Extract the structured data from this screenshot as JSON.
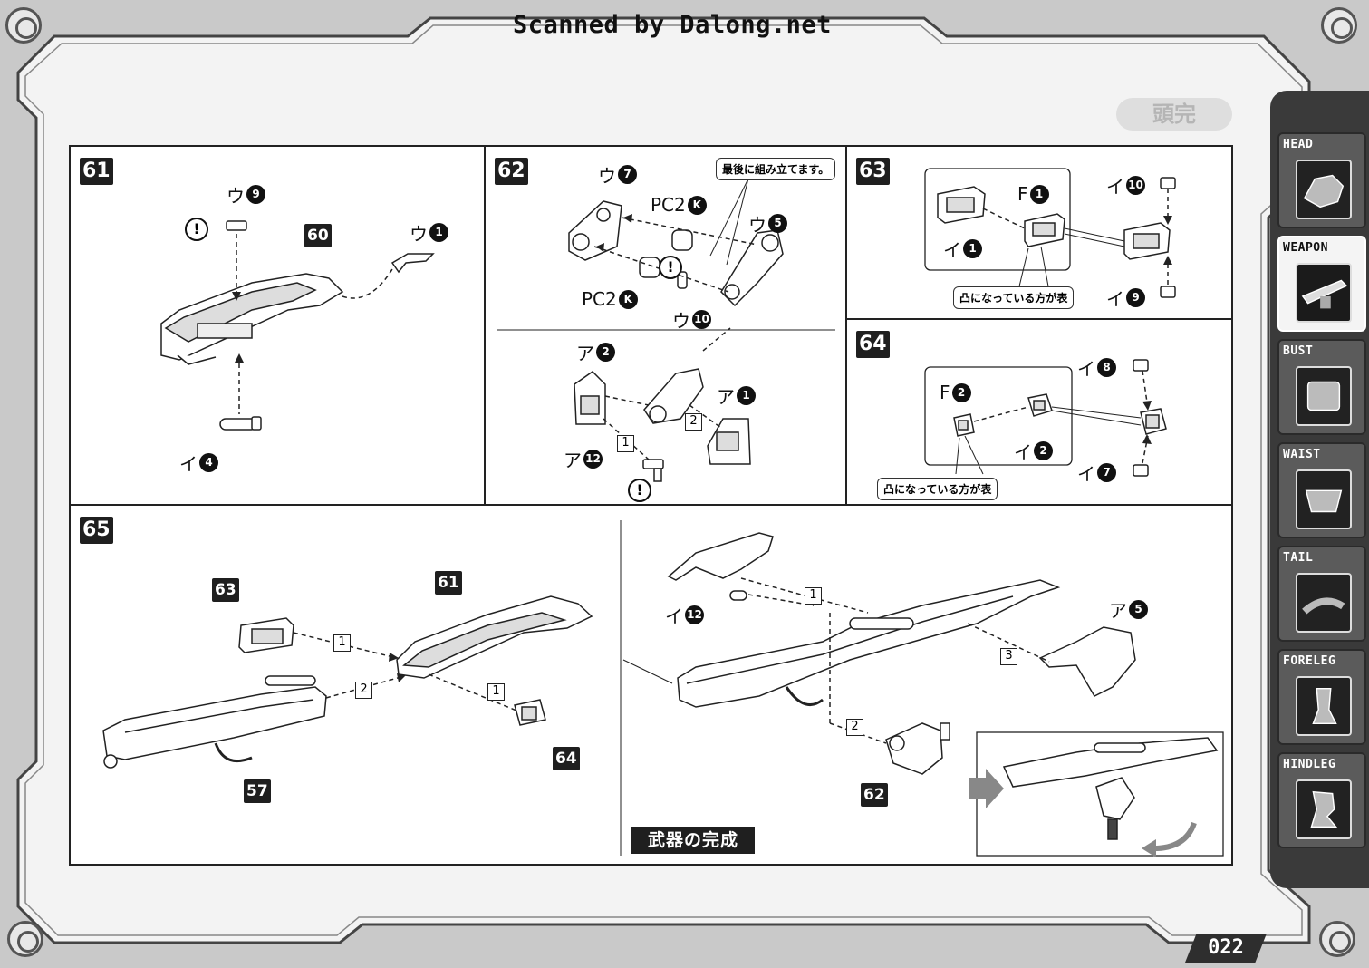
{
  "header": {
    "scan_credit": "Scanned by Dalong.net"
  },
  "page_number": "022",
  "sidebar": {
    "items": [
      {
        "label": "HEAD",
        "icon": "head-icon",
        "active": false
      },
      {
        "label": "WEAPON",
        "icon": "weapon-icon",
        "active": true
      },
      {
        "label": "BUST",
        "icon": "bust-icon",
        "active": false
      },
      {
        "label": "WAIST",
        "icon": "waist-icon",
        "active": false
      },
      {
        "label": "TAIL",
        "icon": "tail-icon",
        "active": false
      },
      {
        "label": "FORELEG",
        "icon": "foreleg-icon",
        "active": false
      },
      {
        "label": "HINDLEG",
        "icon": "hindleg-icon",
        "active": false
      }
    ]
  },
  "steps": {
    "s61": {
      "number": "61",
      "labels": {
        "u9": {
          "kana": "ウ",
          "num": "9"
        },
        "u1": {
          "kana": "ウ",
          "num": "1"
        },
        "i4": {
          "kana": "イ",
          "num": "4"
        }
      },
      "ref": "60"
    },
    "s62": {
      "number": "62",
      "note": "最後に組み立てます。",
      "labels": {
        "u7": {
          "kana": "ウ",
          "num": "7"
        },
        "pc2k_top": {
          "kana": "PC2",
          "num": "K"
        },
        "u5": {
          "kana": "ウ",
          "num": "5"
        },
        "pc2k_bottom": {
          "kana": "PC2",
          "num": "K"
        },
        "u10": {
          "kana": "ウ",
          "num": "10"
        },
        "a2": {
          "kana": "ア",
          "num": "2"
        },
        "a1": {
          "kana": "ア",
          "num": "1"
        },
        "a12": {
          "kana": "ア",
          "num": "12"
        }
      },
      "order": [
        "1",
        "2"
      ]
    },
    "s63": {
      "number": "63",
      "labels": {
        "f1": {
          "kana": "F",
          "num": "1"
        },
        "i1": {
          "kana": "イ",
          "num": "1"
        },
        "i10": {
          "kana": "イ",
          "num": "10"
        },
        "i9": {
          "kana": "イ",
          "num": "9"
        }
      },
      "note": "凸になっている方が表"
    },
    "s64": {
      "number": "64",
      "labels": {
        "f2": {
          "kana": "F",
          "num": "2"
        },
        "i2": {
          "kana": "イ",
          "num": "2"
        },
        "i8": {
          "kana": "イ",
          "num": "8"
        },
        "i7": {
          "kana": "イ",
          "num": "7"
        }
      },
      "note": "凸になっている方が表"
    },
    "s65": {
      "number": "65",
      "refs": {
        "r63": "63",
        "r61": "61",
        "r57": "57",
        "r64": "64",
        "r62": "62"
      },
      "labels": {
        "i12": {
          "kana": "イ",
          "num": "12"
        },
        "a5": {
          "kana": "ア",
          "num": "5"
        }
      },
      "order": [
        "1",
        "2",
        "1",
        "1",
        "3",
        "2"
      ],
      "finish_label": "武器の完成"
    }
  },
  "watermark": "頭完",
  "warning_symbol": "!",
  "colors": {
    "ink": "#111111",
    "panel": "#ffffff",
    "frame": "#c9c9c9",
    "sidebar": "#3a3a3a"
  }
}
